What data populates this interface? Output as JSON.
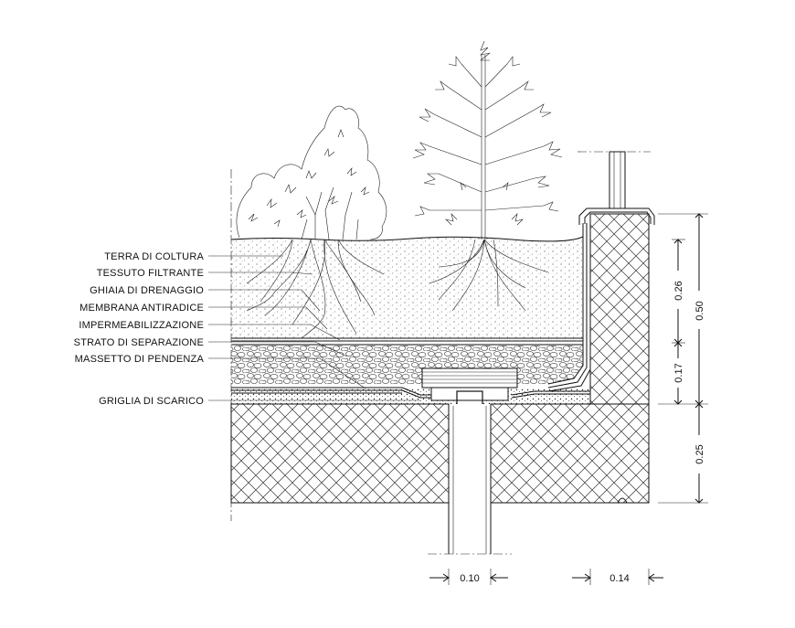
{
  "layers": [
    "TERRA DI COLTURA",
    "TESSUTO FILTRANTE",
    "GHIAIA DI DRENAGGIO",
    "MEMBRANA ANTIRADICE",
    "IMPERMEABILIZZAZIONE",
    "STRATO DI SEPARAZIONE",
    "MASSETTO DI PENDENZA"
  ],
  "drain_label": "GRIGLIA DI SCARICO",
  "dimensions": {
    "soil": "0.26",
    "gravel": "0.17",
    "total": "0.50",
    "slab": "0.25",
    "pipe": "0.10",
    "wall": "0.14"
  }
}
